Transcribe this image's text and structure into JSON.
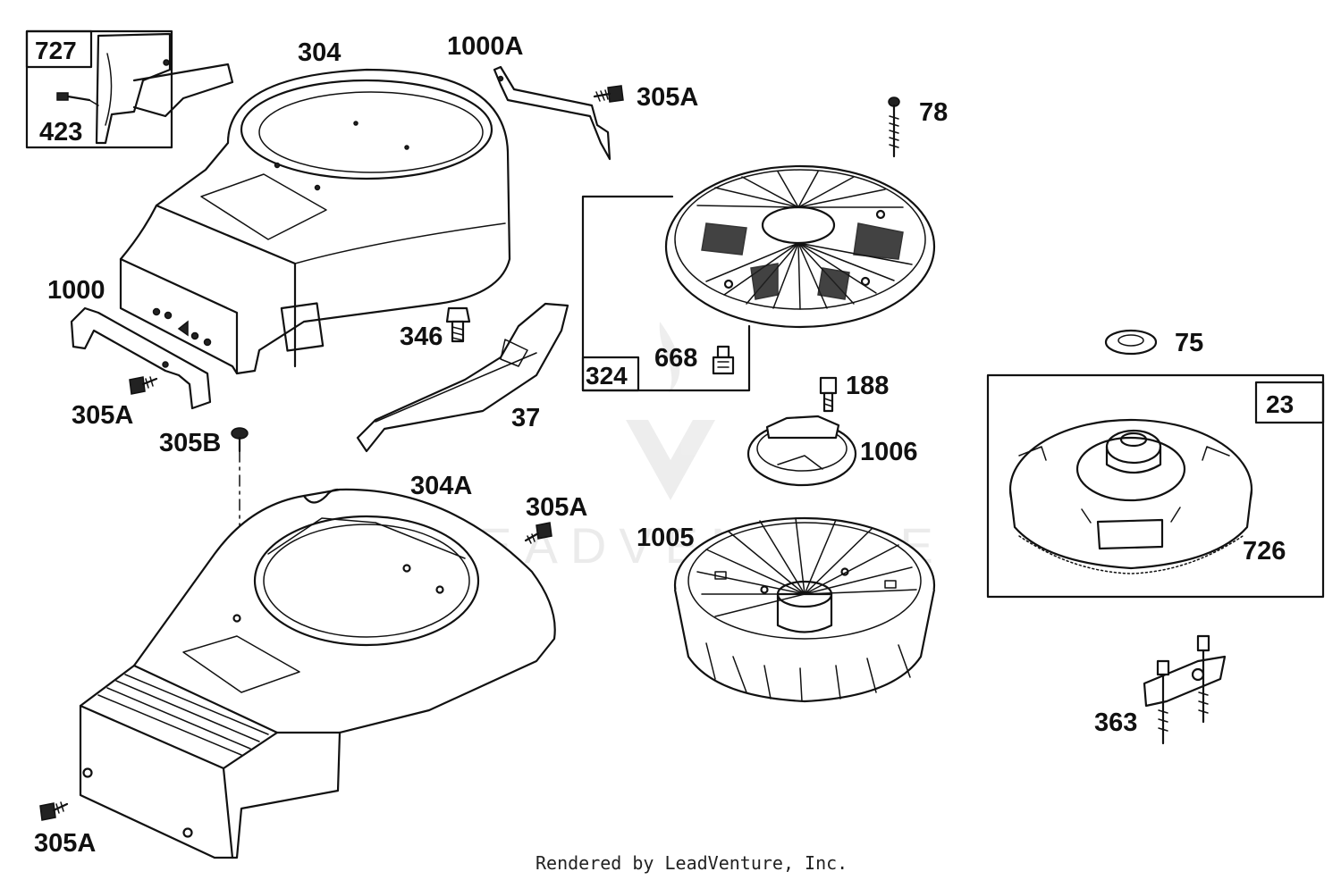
{
  "diagram": {
    "callouts": [
      {
        "id": "c727",
        "text": "727",
        "boxed": true
      },
      {
        "id": "c423",
        "text": "423",
        "boxed": false
      },
      {
        "id": "c304",
        "text": "304",
        "boxed": false
      },
      {
        "id": "c1000A",
        "text": "1000A",
        "boxed": false
      },
      {
        "id": "c305A_top",
        "text": "305A",
        "boxed": false
      },
      {
        "id": "c78",
        "text": "78",
        "boxed": false
      },
      {
        "id": "c1000",
        "text": "1000",
        "boxed": false
      },
      {
        "id": "c346",
        "text": "346",
        "boxed": false
      },
      {
        "id": "c668",
        "text": "668",
        "boxed": false
      },
      {
        "id": "c324",
        "text": "324",
        "boxed": true
      },
      {
        "id": "c75",
        "text": "75",
        "boxed": false
      },
      {
        "id": "c305A_left",
        "text": "305A",
        "boxed": false
      },
      {
        "id": "c37",
        "text": "37",
        "boxed": false
      },
      {
        "id": "c188",
        "text": "188",
        "boxed": false
      },
      {
        "id": "c23",
        "text": "23",
        "boxed": true
      },
      {
        "id": "c305B",
        "text": "305B",
        "boxed": false
      },
      {
        "id": "c1006",
        "text": "1006",
        "boxed": false
      },
      {
        "id": "c304A",
        "text": "304A",
        "boxed": false
      },
      {
        "id": "c305A_mid",
        "text": "305A",
        "boxed": false
      },
      {
        "id": "c1005",
        "text": "1005",
        "boxed": false
      },
      {
        "id": "c726",
        "text": "726",
        "boxed": false
      },
      {
        "id": "c363",
        "text": "363",
        "boxed": false
      },
      {
        "id": "c305A_bottom",
        "text": "305A",
        "boxed": false
      }
    ]
  },
  "footer": {
    "credit": "Rendered by LeadVenture, Inc."
  },
  "watermark": {
    "text": "LEADVENTURE"
  }
}
